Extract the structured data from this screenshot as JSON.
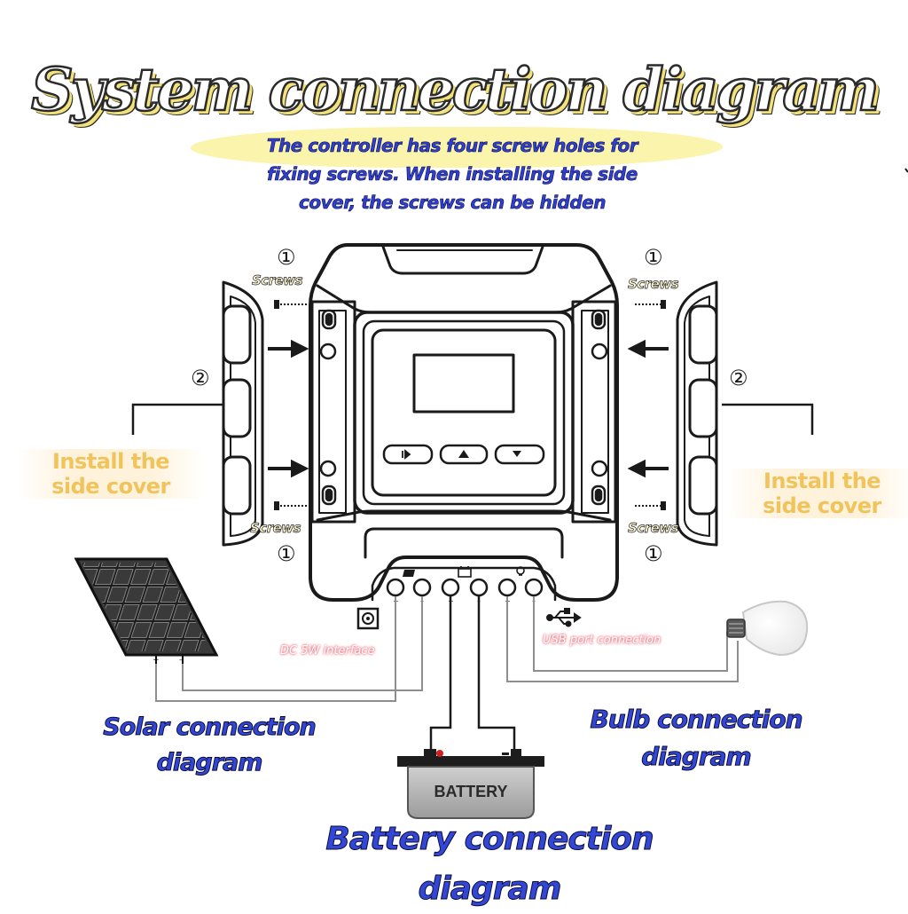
{
  "title": "System connection diagram",
  "note": "The controller has four screw holes for fixing screws. When installing the side cover, the screws can be hidden",
  "markers": {
    "one": "①",
    "two": "②"
  },
  "screws_label": "Screws",
  "side_cover_label_line1": "Install the",
  "side_cover_label_line2": "side cover",
  "dc_interface": "DC 5W interface",
  "usb_port": "USB port connection",
  "battery_box": "BATTERY",
  "solar_label": {
    "line1": "Solar connection",
    "line2": "diagram"
  },
  "bulb_label": {
    "line1": "Bulb connection",
    "line2": "diagram"
  },
  "battery_label": {
    "line1": "Battery connection",
    "line2": "diagram"
  },
  "button_icons": [
    "skip-icon",
    "up-triangle-icon",
    "down-triangle-icon"
  ],
  "colors": {
    "title_shadow": "#f3e27a",
    "note_text": "#2f3fd1",
    "orange_label": "#f0c35b",
    "blue_label": "#3347d6",
    "pink_label_glow": "#e45a6a",
    "outline": "#1a1a1a"
  }
}
